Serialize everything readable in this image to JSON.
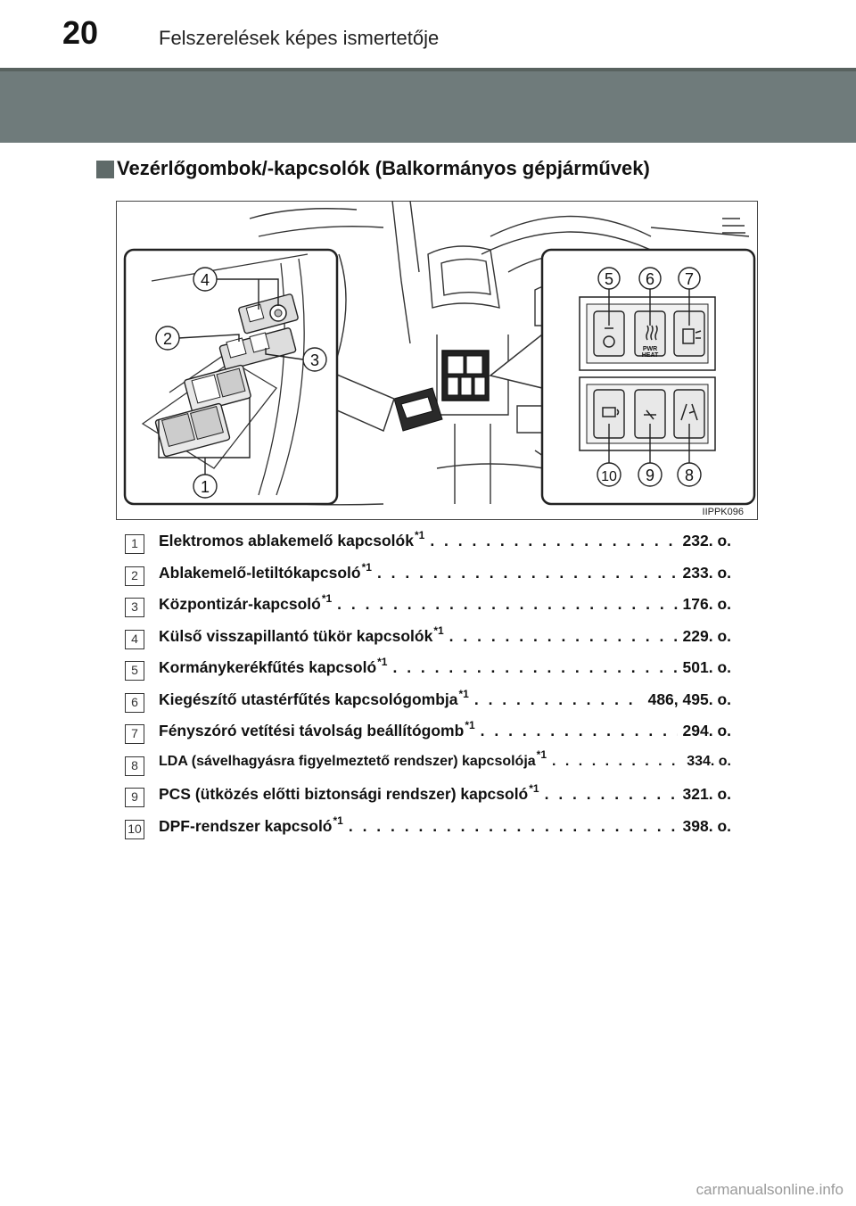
{
  "header": {
    "page_number": "20",
    "title": "Felszerelések képes ismertetője"
  },
  "section": {
    "title": "Vezérlőgombok/-kapcsolók (Balkormányos gépjárművek)"
  },
  "figure": {
    "code": "IIPPK096",
    "callouts": [
      "1",
      "2",
      "3",
      "4",
      "5",
      "6",
      "7",
      "8",
      "9",
      "10"
    ],
    "button_text": [
      "PWR",
      "HEAT"
    ]
  },
  "items": [
    {
      "num": "1",
      "label": "Elektromos ablakemelő kapcsolók",
      "sup": "*1",
      "page": "232. o."
    },
    {
      "num": "2",
      "label": "Ablakemelő-letiltókapcsoló",
      "sup": "*1",
      "page": "233. o."
    },
    {
      "num": "3",
      "label": "Központizár-kapcsoló",
      "sup": "*1",
      "page": "176. o."
    },
    {
      "num": "4",
      "label": "Külső visszapillantó tükör kapcsolók",
      "sup": "*1",
      "page": "229. o."
    },
    {
      "num": "5",
      "label": "Kormánykerékfűtés kapcsoló",
      "sup": "*1",
      "page": "501. o."
    },
    {
      "num": "6",
      "label": "Kiegészítő utastérfűtés kapcsológombja",
      "sup": "*1",
      "page": "486, 495. o."
    },
    {
      "num": "7",
      "label": "Fényszóró vetítési távolság beállítógomb",
      "sup": "*1",
      "page": "294. o."
    },
    {
      "num": "8",
      "label": "LDA (sávelhagyásra figyelmeztető rendszer) kapcsolója",
      "sup": "*1",
      "page": "334. o."
    },
    {
      "num": "9",
      "label": "PCS (ütközés előtti biztonsági rendszer) kapcsoló",
      "sup": "*1",
      "page": "321. o."
    },
    {
      "num": "10",
      "label": "DPF-rendszer kapcsoló",
      "sup": "*1",
      "page": "398. o."
    }
  ],
  "footer": {
    "watermark": "carmanualsonline.info"
  }
}
